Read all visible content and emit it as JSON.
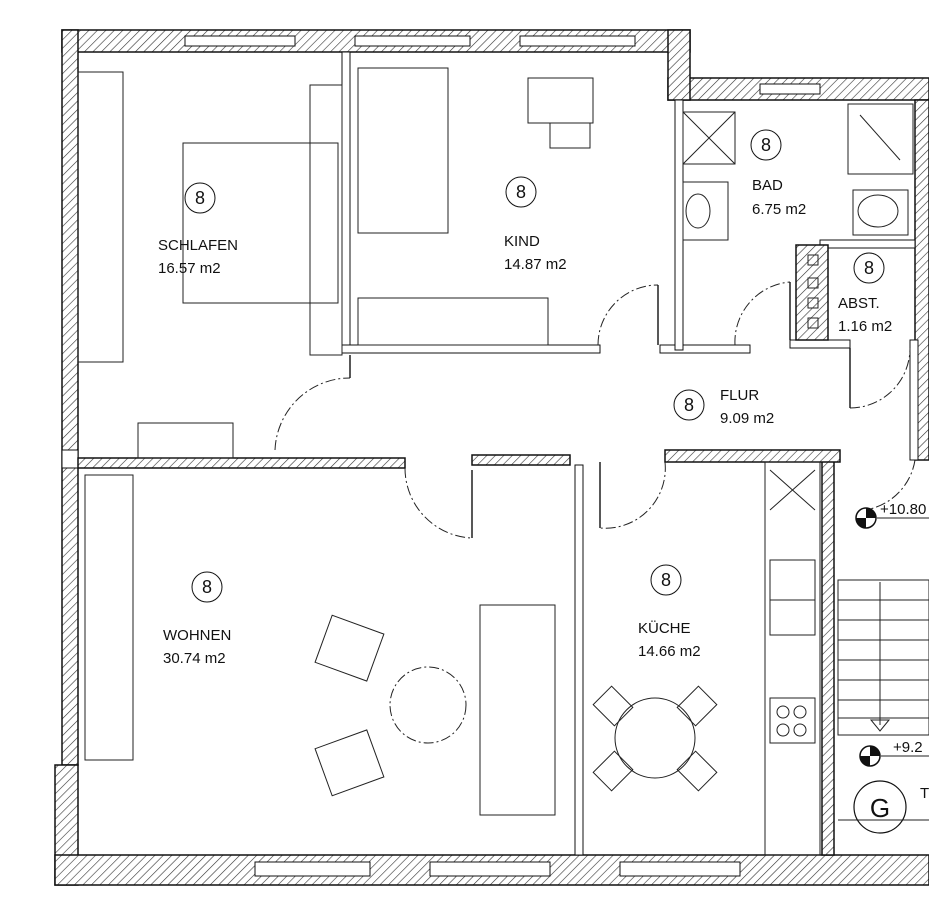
{
  "title": "Grundriss Wohnung",
  "rooms": [
    {
      "id": "schlafen",
      "number": "8",
      "name": "SCHLAFEN",
      "area": "16.57 m2"
    },
    {
      "id": "kind",
      "number": "8",
      "name": "KIND",
      "area": "14.87 m2"
    },
    {
      "id": "bad",
      "number": "8",
      "name": "BAD",
      "area": "6.75 m2"
    },
    {
      "id": "abst",
      "number": "8",
      "name": "ABST.",
      "area": "1.16 m2"
    },
    {
      "id": "flur",
      "number": "8",
      "name": "FLUR",
      "area": "9.09 m2"
    },
    {
      "id": "wohnen",
      "number": "8",
      "name": "WOHNEN",
      "area": "30.74 m2"
    },
    {
      "id": "kueche",
      "number": "8",
      "name": "KÜCHE",
      "area": "14.66 m2"
    }
  ],
  "levels": {
    "upper": "+10.80",
    "lower": "+9.2"
  },
  "stair_symbol": "G",
  "stair_text": "T"
}
